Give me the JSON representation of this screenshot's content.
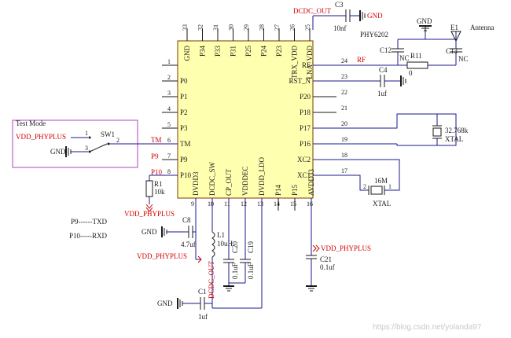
{
  "ic": {
    "ref": "PHY6202",
    "top_pins": [
      {
        "num": "33",
        "label": "GND"
      },
      {
        "num": "32",
        "label": "P34"
      },
      {
        "num": "31",
        "label": "P33"
      },
      {
        "num": "30",
        "label": "P31"
      },
      {
        "num": "29",
        "label": "P25"
      },
      {
        "num": "28",
        "label": "P24"
      },
      {
        "num": "27",
        "label": "P23"
      },
      {
        "num": "26",
        "label": "TRX_VDD"
      },
      {
        "num": "25",
        "label": "LNA_VDD"
      }
    ],
    "left_pins": [
      {
        "num": "1",
        "label": ""
      },
      {
        "num": "2",
        "label": "P0"
      },
      {
        "num": "3",
        "label": "P1"
      },
      {
        "num": "4",
        "label": "P2"
      },
      {
        "num": "5",
        "label": "P3"
      },
      {
        "num": "6",
        "label": "TM"
      },
      {
        "num": "7",
        "label": "P9"
      },
      {
        "num": "8",
        "label": "P10"
      }
    ],
    "right_pins": [
      {
        "num": "24",
        "label": "RF"
      },
      {
        "num": "23",
        "label": "RST_N"
      },
      {
        "num": "22",
        "label": "P20"
      },
      {
        "num": "21",
        "label": "P18"
      },
      {
        "num": "20",
        "label": "P17"
      },
      {
        "num": "19",
        "label": "P16"
      },
      {
        "num": "18",
        "label": "XC2"
      },
      {
        "num": "17",
        "label": "XC1"
      }
    ],
    "bottom_pins": [
      {
        "num": "9",
        "label": "DVDD3"
      },
      {
        "num": "10",
        "label": "DCDC_SW"
      },
      {
        "num": "11",
        "label": "CP_OUT"
      },
      {
        "num": "12",
        "label": "VDDDEC"
      },
      {
        "num": "13",
        "label": "DVDD_LDO"
      },
      {
        "num": "14",
        "label": "P14"
      },
      {
        "num": "15",
        "label": "P15"
      },
      {
        "num": "16",
        "label": "AVDD33"
      }
    ]
  },
  "nets": {
    "dcdc_out_top": "DCDC_OUT",
    "dcdc_out_bottom": "DCDC_OUT",
    "vdd_phyplus_sw": "VDD_PHYPLUS",
    "vdd_phyplus_r1": "VDD_PHYPLUS",
    "vdd_phyplus_l1": "VDD_PHYPLUS",
    "vdd_phyplus_c21": "VDD_PHYPLUS",
    "gnd_c3": "GND",
    "gnd_top": "GND",
    "gnd_sw": "GND",
    "gnd_c8": "GND",
    "gnd_c1": "GND",
    "rf_net": "RF",
    "tm_net": "TM",
    "p9_net": "P9",
    "p10_net": "P10"
  },
  "components": {
    "c3": {
      "ref": "C3",
      "value": "10nf"
    },
    "c4": {
      "ref": "C4",
      "value": "1uf"
    },
    "c12": {
      "ref": "C12",
      "value": "NC"
    },
    "c13": {
      "ref": "C13",
      "value": "NC"
    },
    "r11": {
      "ref": "R11",
      "value": "0"
    },
    "e1": {
      "ref": "E1",
      "value": "Antenna"
    },
    "sw1": {
      "ref": "SW1",
      "pin1": "1",
      "pin2": "2",
      "pin3": "3"
    },
    "r1": {
      "ref": "R1",
      "value": "10k"
    },
    "c8": {
      "ref": "C8",
      "value": "4.7uf"
    },
    "l1": {
      "ref": "L1",
      "value": "10uH"
    },
    "c20": {
      "ref": "C20",
      "value": "0.1uF"
    },
    "c19": {
      "ref": "C19",
      "value": "0.1uF"
    },
    "c21": {
      "ref": "C21",
      "value": "0.1uf"
    },
    "c1": {
      "ref": "C1",
      "value": "1uf"
    },
    "xtal_32k": {
      "value": "32.768k",
      "name": "XTAL"
    },
    "xtal_16m": {
      "value": "16M",
      "name": "XTAL"
    }
  },
  "test_mode": {
    "label": "Test Mode"
  },
  "notes": {
    "p9": "P9------TXD",
    "p10": "P10-----RXD"
  },
  "watermark": "https://blog.csdn.net/yolanda97",
  "colors": {
    "net_label": "#d40000",
    "wire": "#1a1a8c",
    "test_box": "#b040c0",
    "chip": "#ffffb0"
  }
}
